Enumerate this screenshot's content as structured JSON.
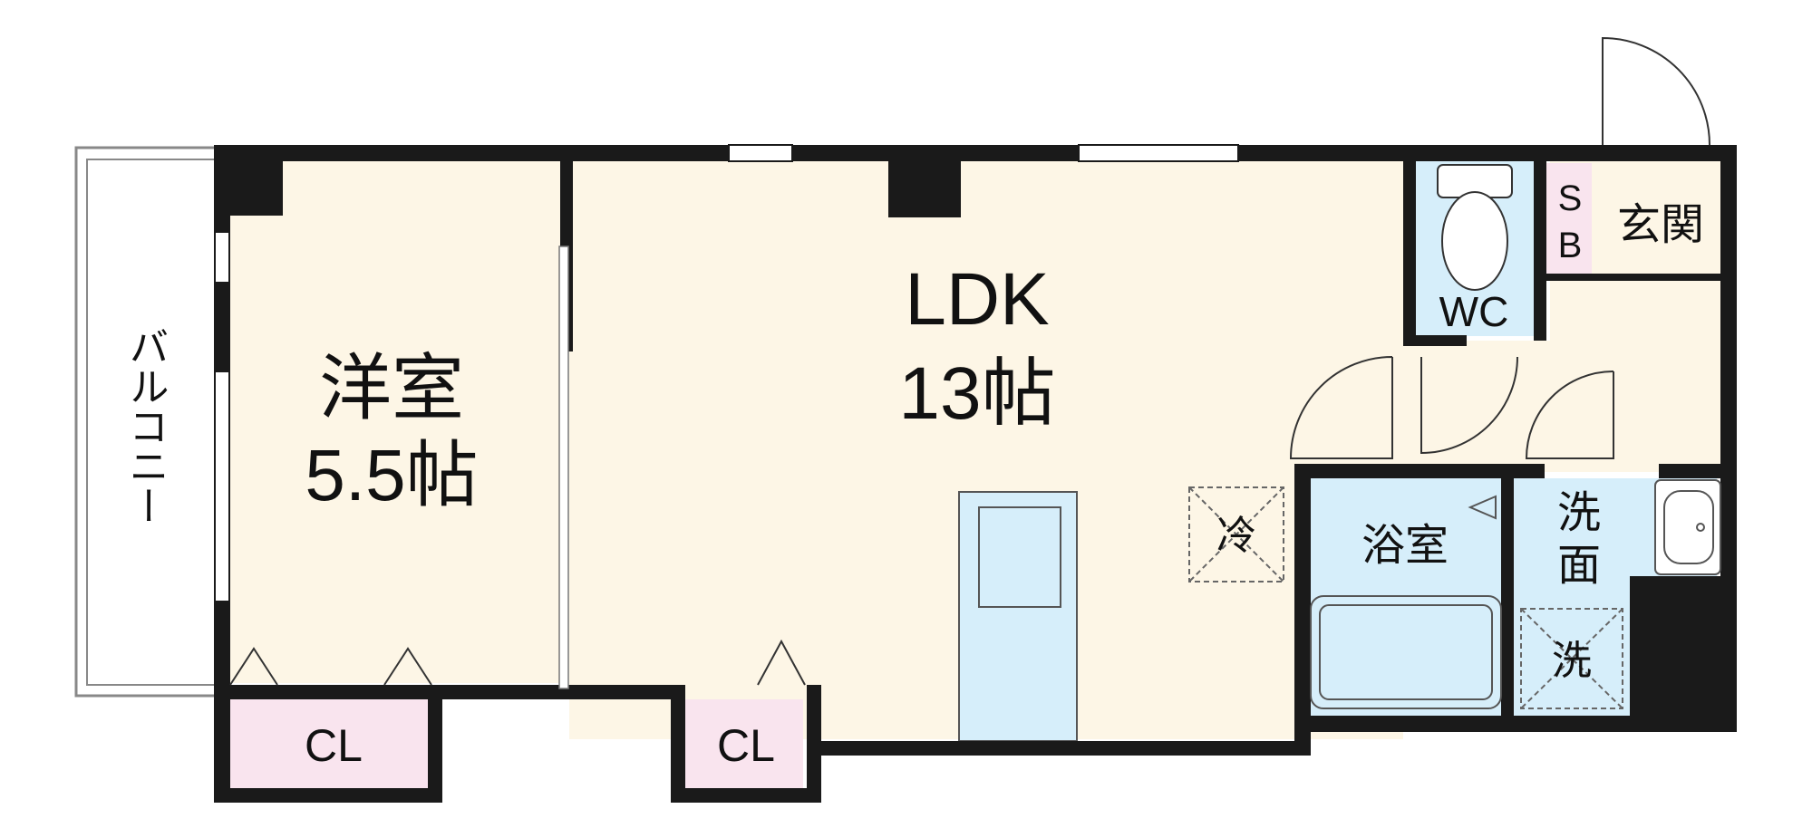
{
  "plan": {
    "balcony": {
      "label": "バルコニー"
    },
    "western_room": {
      "name": "洋室",
      "size": "5.5帖"
    },
    "ldk": {
      "name": "LDK",
      "size": "13帖"
    },
    "closet_left": {
      "label": "CL"
    },
    "closet_right": {
      "label": "CL"
    },
    "wc": {
      "label": "WC"
    },
    "shoe_box": {
      "line1": "S",
      "line2": "B"
    },
    "entrance": {
      "label": "玄関"
    },
    "bathroom": {
      "label": "浴室"
    },
    "washroom": {
      "line1": "洗",
      "line2": "面"
    },
    "washing_machine": {
      "label": "洗"
    },
    "fridge": {
      "label": "冷"
    }
  },
  "colors": {
    "wall": "#1a1a1a",
    "room_floor": "#fdf6e6",
    "wet_area": "#d6eefa",
    "closet": "#f9e4ee",
    "outline": "#888888",
    "balcony_fill": "#ffffff"
  }
}
